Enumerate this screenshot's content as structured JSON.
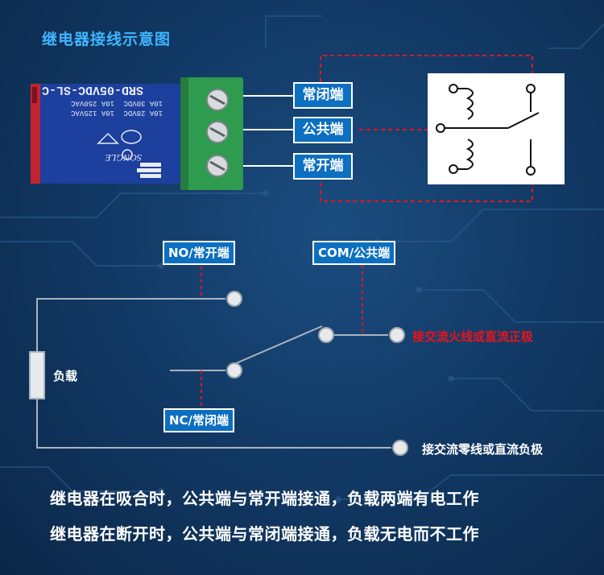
{
  "title": "继电器接线示意图",
  "relay": {
    "model": "SRD-05VDC-SL-C",
    "rating_1": "10A 250VAC",
    "rating_2": "10A 125VAC",
    "rating_3": "10A 30VDC",
    "rating_4": "10A 28VDC",
    "brand": "SONGLE"
  },
  "terminal_labels": {
    "nc": "常闭端",
    "com": "公共端",
    "no": "常开端"
  },
  "wiring": {
    "no_label": "NO/常开端",
    "com_label": "COM/公共端",
    "nc_label": "NC/常闭端",
    "load_label": "负载",
    "live_label": "接交流火线或直流正极",
    "neutral_label": "接交流零线或直流负极"
  },
  "captions": [
    "继电器在吸合时，公共端与常开端接通，负载两端有电工作",
    "继电器在断开时，公共端与常闭端接通，负载无电而不工作"
  ],
  "colors": {
    "accent_blue": "#3fb6ff",
    "tag_blue": "#0c6fc0",
    "warning_red": "#e8141c",
    "wire_grey": "#aab4bf"
  }
}
